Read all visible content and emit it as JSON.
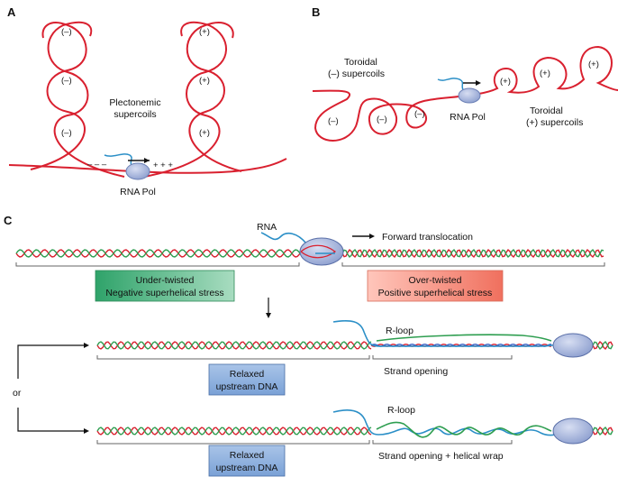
{
  "panels": {
    "a": {
      "letter": "A",
      "left_signs": [
        "(–)",
        "(–)",
        "(–)"
      ],
      "right_signs": [
        "(+)",
        "(+)",
        "(+)"
      ],
      "label_line1": "Plectonemic",
      "label_line2": "supercoils",
      "minus_marks": "– – –",
      "plus_marks": "+ + +",
      "pol_label": "RNA Pol"
    },
    "b": {
      "letter": "B",
      "neg_label_line1": "Toroidal",
      "neg_label_line2": "(–) supercoils",
      "neg_signs": [
        "(–)",
        "(–)",
        "(–)"
      ],
      "pos_signs": [
        "(+)",
        "(+)",
        "(+)"
      ],
      "pos_label_line1": "Toroidal",
      "pos_label_line2": "(+) supercoils",
      "pol_label": "RNA Pol"
    },
    "c": {
      "letter": "C",
      "rna_label": "RNA",
      "forward_label": "Forward translocation",
      "under_box": {
        "line1": "Under-twisted",
        "line2": "Negative superhelical stress"
      },
      "over_box": {
        "line1": "Over-twisted",
        "line2": "Positive superhelical stress"
      },
      "or_label": "or",
      "rloop_label_1": "R-loop",
      "relaxed_box_1": {
        "line1": "Relaxed",
        "line2": "upstream DNA"
      },
      "strand_opening_label": "Strand opening",
      "rloop_label_2": "R-loop",
      "relaxed_box_2": {
        "line1": "Relaxed",
        "line2": "upstream DNA"
      },
      "strand_wrap_label": "Strand opening + helical wrap"
    }
  },
  "colors": {
    "dna_red": "#d9202f",
    "dna_green": "#2e9e50",
    "dna_blue": "#3a62c4",
    "rna": "#2b8fc7",
    "pol_fill": "#9fb0d8",
    "box_green": "#49b07a",
    "box_red": "#f08070",
    "box_blue": "#8fb0dc"
  }
}
